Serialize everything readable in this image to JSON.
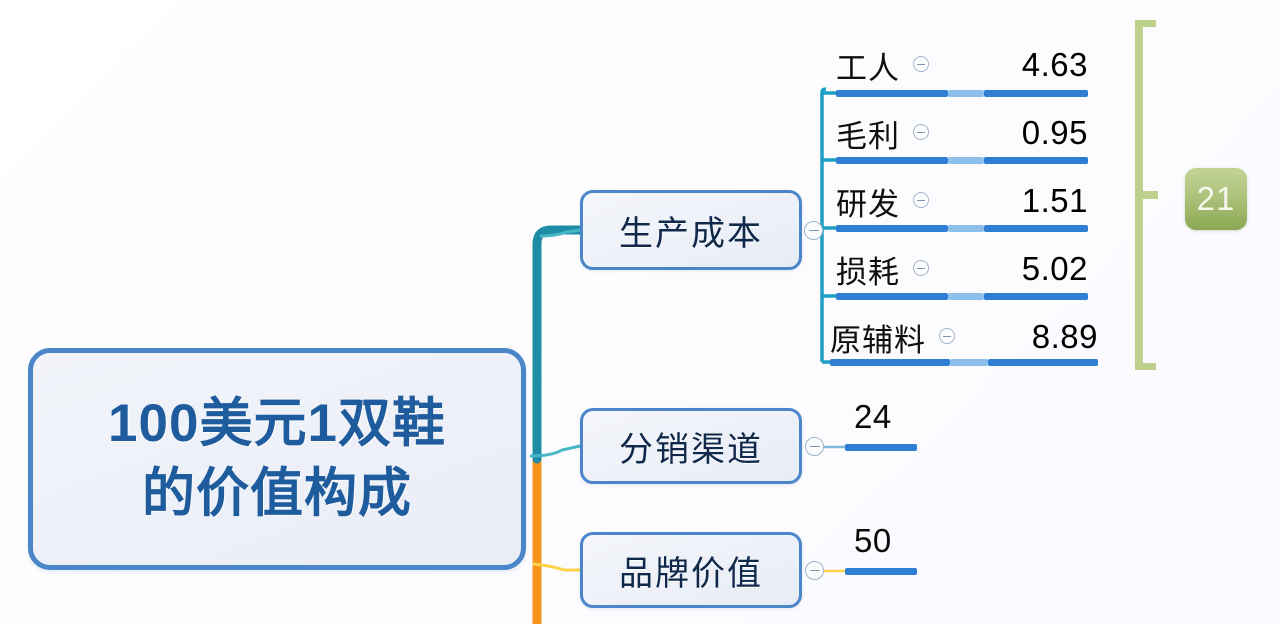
{
  "root": {
    "line1": "100美元1双鞋",
    "line2": "的价值构成",
    "border_color": "#4a86c8",
    "text_color": "#1f5c9e"
  },
  "branches": [
    {
      "id": "production",
      "label": "生产成本",
      "toggle_icon": "collapse-minus-icon",
      "connector_color": "#1f8ca6",
      "value": "",
      "children": [
        {
          "label": "工人",
          "value": "4.63",
          "toggle_icon": "collapse-minus-icon"
        },
        {
          "label": "毛利",
          "value": "0.95",
          "toggle_icon": "collapse-minus-icon"
        },
        {
          "label": "研发",
          "value": "1.51",
          "toggle_icon": "collapse-minus-icon"
        },
        {
          "label": "损耗",
          "value": "5.02",
          "toggle_icon": "collapse-minus-icon"
        },
        {
          "label": "原辅料",
          "value": "8.89",
          "toggle_icon": "collapse-minus-icon"
        }
      ]
    },
    {
      "id": "channel",
      "label": "分销渠道",
      "toggle_icon": "collapse-minus-icon",
      "connector_color": "#3fb3c4",
      "value": "24",
      "children": []
    },
    {
      "id": "brand",
      "label": "品牌价值",
      "toggle_icon": "collapse-minus-icon",
      "connector_color": "#f5a623",
      "value": "50",
      "children": []
    }
  ],
  "summary": {
    "label": "21",
    "bracket_color": "#bdd18c",
    "badge_gradient_top": "#c3d394",
    "badge_gradient_bottom": "#8aa853",
    "badge_text_color": "#f4f7ec"
  },
  "colors": {
    "node_border": "#4a86c8",
    "node_fill": "#eef1f8",
    "bar_blue": "#2e7fd4",
    "bar_blue_light": "#8cc0ea",
    "trunk_teal": "#1f8ca6",
    "trunk_orange": "#f7941e",
    "toggle_border": "#9fb3c8"
  },
  "chart_data": {
    "type": "table",
    "title": "100美元1双鞋的价值构成",
    "categories": [
      "生产成本",
      "分销渠道",
      "品牌价值"
    ],
    "values": [
      21,
      24,
      50
    ],
    "breakdown": {
      "生产成本": {
        "total": 21,
        "items": [
          "工人",
          "毛利",
          "研发",
          "损耗",
          "原辅料"
        ],
        "values": [
          4.63,
          0.95,
          1.51,
          5.02,
          8.89
        ]
      }
    },
    "xlabel": "",
    "ylabel": ""
  }
}
